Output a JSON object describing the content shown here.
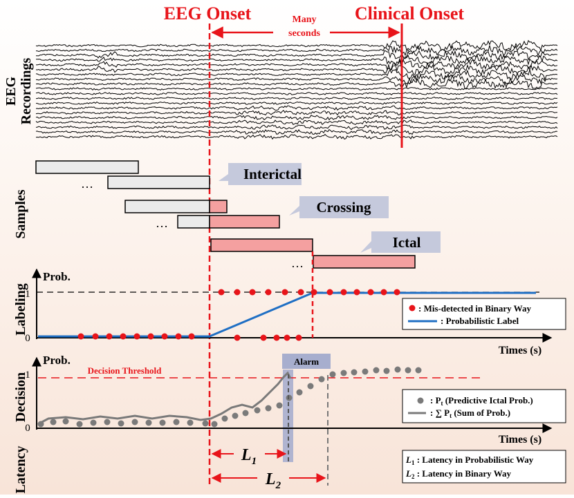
{
  "headers": {
    "eeg_onset": "EEG Onset",
    "many_seconds": [
      "Many",
      "seconds"
    ],
    "clinical_onset": "Clinical Onset"
  },
  "row_labels": {
    "eeg": [
      "EEG",
      "Recordings"
    ],
    "samples": "Samples",
    "labeling": "Labeling",
    "decision": "Decision",
    "latency": "Latency"
  },
  "samples": {
    "ellipsis": "…",
    "callouts": {
      "interictal": "Interictal",
      "crossing": "Crossing",
      "ictal": "Ictal"
    }
  },
  "labeling": {
    "y_label": "Prob.",
    "y_ticks": [
      "1",
      "0"
    ],
    "x_label": "Times (s)",
    "legend": {
      "dots": ": Mis-detected in Binary Way",
      "line": ": Probabilistic Label"
    }
  },
  "decision": {
    "y_label": "Prob.",
    "y_ticks": [
      "1",
      "0"
    ],
    "x_label": "Times (s)",
    "threshold_label": "Decision Threshold",
    "alarm_label": "Alarm",
    "legend": {
      "dots_symbol": "P",
      "dots_sub": "t",
      "dots_text": "(Predictive Ictal Prob.)",
      "line_symbol": "∑ P",
      "line_sub": "t",
      "line_text": "(Sum of Prob.)"
    }
  },
  "latency": {
    "l1_sym": "L",
    "l1_sub": "1",
    "l2_sym": "L",
    "l2_sub": "2",
    "legend": {
      "l1_text": ": Latency in Probabilistic Way",
      "l2_text": ": Latency in Binary Way"
    }
  },
  "colors": {
    "onset_red": "#e8141a",
    "prob_blue": "#1f6fc4",
    "red_dot": "#e8141a",
    "gray_curve": "#7a7a7a",
    "callout_fill": "#c5c9dc",
    "interictal_box": "#ebebeb",
    "ictal_box": "#f4a0a0",
    "alarm_fill": "#a7aece"
  }
}
